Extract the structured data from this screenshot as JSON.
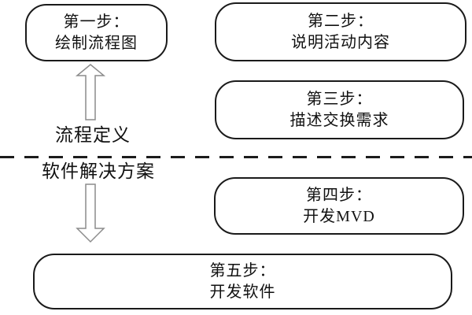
{
  "diagram": {
    "title": "process-to-software five step flow",
    "boxes": [
      {
        "id": "step1",
        "line1": "第一步：",
        "line2": "绘制流程图"
      },
      {
        "id": "step2",
        "line1": "第二步：",
        "line2": "说明活动内容"
      },
      {
        "id": "step3",
        "line1": "第三步：",
        "line2": "描述交换需求"
      },
      {
        "id": "step4",
        "line1": "第四步：",
        "line2": "开发MVD"
      },
      {
        "id": "step5",
        "line1": "第五步：",
        "line2": "开发软件"
      }
    ],
    "labels": {
      "upper_zone": "流程定义",
      "lower_zone": "软件解决方案"
    },
    "colors": {
      "background": "#ffffff",
      "box_border": "#1a1a1a",
      "text": "#111111",
      "arrow_outline": "#8c8c8c",
      "divider": "#1c1c1c"
    }
  }
}
